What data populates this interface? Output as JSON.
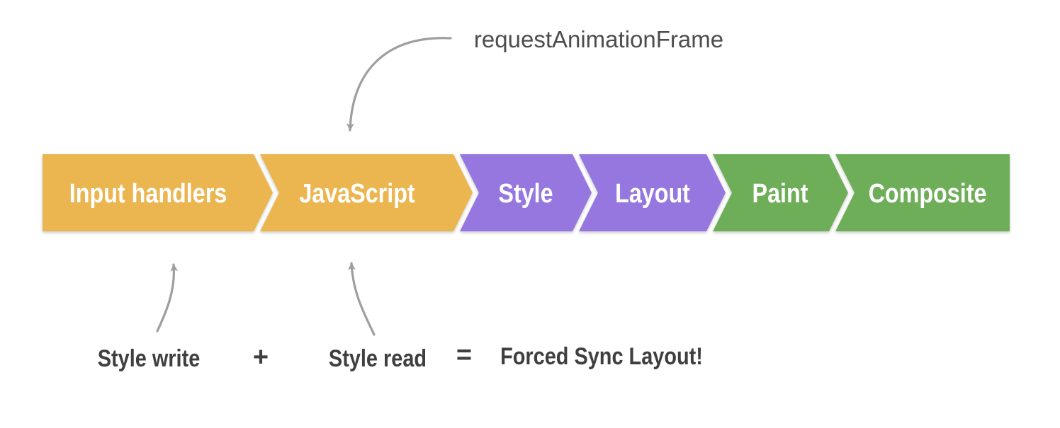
{
  "canvas": {
    "background": "#FFFFFF"
  },
  "pipeline": {
    "label_color": "#FFFFFF",
    "segments": [
      {
        "label": "Input handlers",
        "color": "#EBB64F"
      },
      {
        "label": "JavaScript",
        "color": "#EBB64F"
      },
      {
        "label": "Style",
        "color": "#9677DF"
      },
      {
        "label": "Layout",
        "color": "#9677DF"
      },
      {
        "label": "Paint",
        "color": "#6FAE59"
      },
      {
        "label": "Composite",
        "color": "#6FAE59"
      }
    ]
  },
  "annotations": {
    "raf_label": "requestAnimationFrame",
    "raf_color": "#4D4D4D",
    "style_write_label": "Style write",
    "plus_sign": "+",
    "style_read_label": "Style read",
    "equals_sign": "=",
    "forced_sync_label": "Forced Sync Layout!",
    "text_color": "#3F3F3F",
    "arrow_color": "#9E9E9E"
  }
}
